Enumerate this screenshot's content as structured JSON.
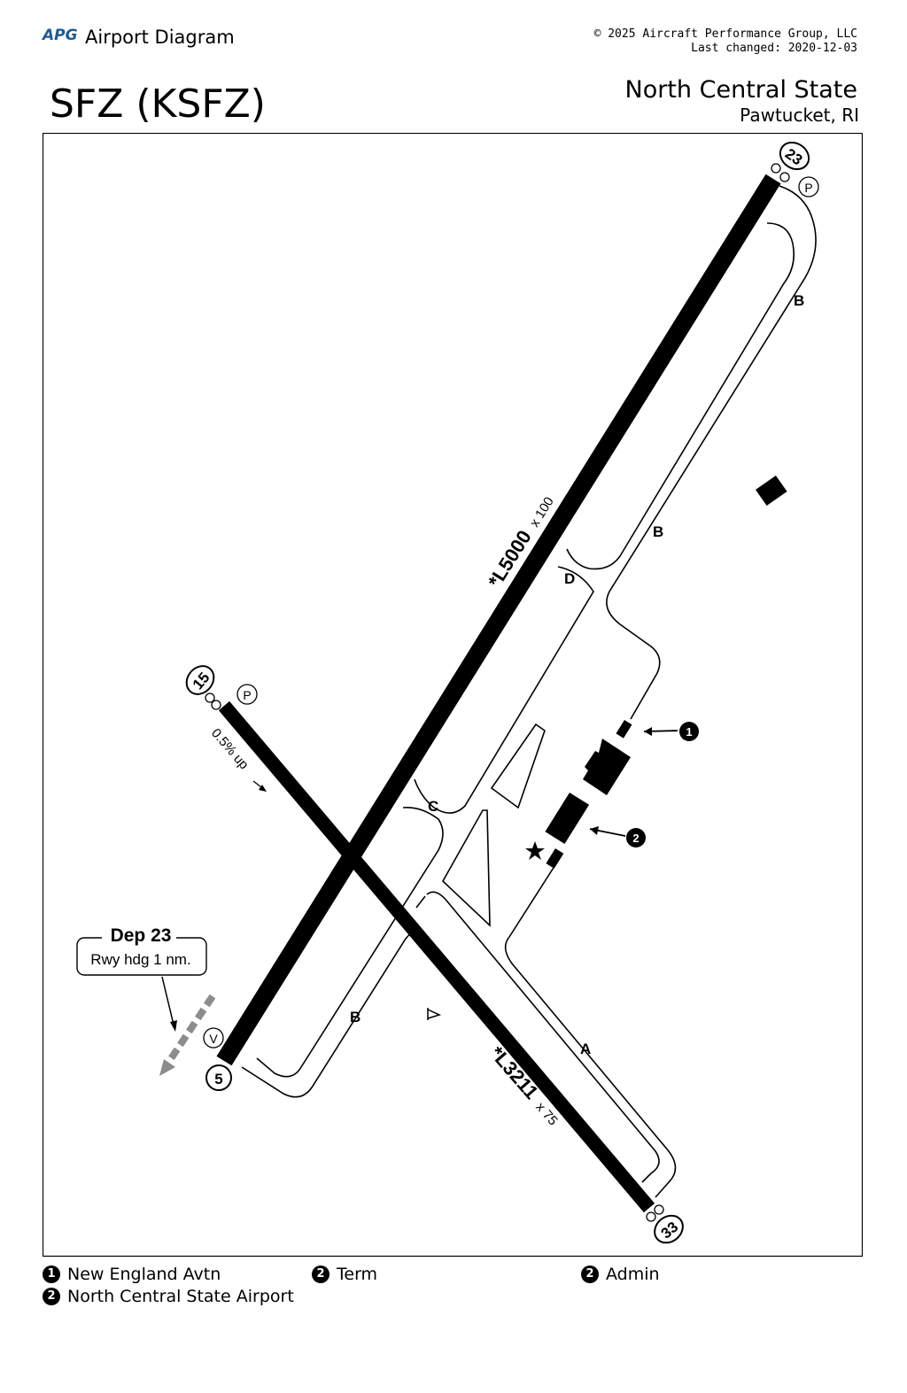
{
  "header": {
    "logo_text": "APG",
    "title": "Airport Diagram",
    "copyright": "© 2025 Aircraft Performance Group, LLC",
    "last_changed": "Last changed: 2020-12-03",
    "airport_id": "SFZ (KSFZ)",
    "airport_name": "North Central State",
    "city_state": "Pawtucket, RI"
  },
  "runways": [
    {
      "label_prefix": "*L5000",
      "width_label": "x 100",
      "ends": [
        "5",
        "23"
      ]
    },
    {
      "label_prefix": "*L3211",
      "width_label": "x 75",
      "ends": [
        "15",
        "33"
      ]
    }
  ],
  "taxiways": [
    "A",
    "B",
    "B",
    "B",
    "C",
    "D"
  ],
  "runway_markers": {
    "p_symbol": "P",
    "v_symbol": "V"
  },
  "slope_note": "0.5% up",
  "departure": {
    "title": "Dep 23",
    "instruction": "Rwy hdg 1 nm."
  },
  "callouts": [
    "1",
    "2"
  ],
  "legend": [
    {
      "num": "1",
      "label": "New England Avtn"
    },
    {
      "num": "2",
      "label": "Term"
    },
    {
      "num": "2",
      "label": "Admin"
    },
    {
      "num": "2",
      "label": "North Central State Airport"
    }
  ],
  "colors": {
    "logo": "#1e5a96",
    "runway": "#000000",
    "departure_arrow": "#8c8c8c"
  }
}
